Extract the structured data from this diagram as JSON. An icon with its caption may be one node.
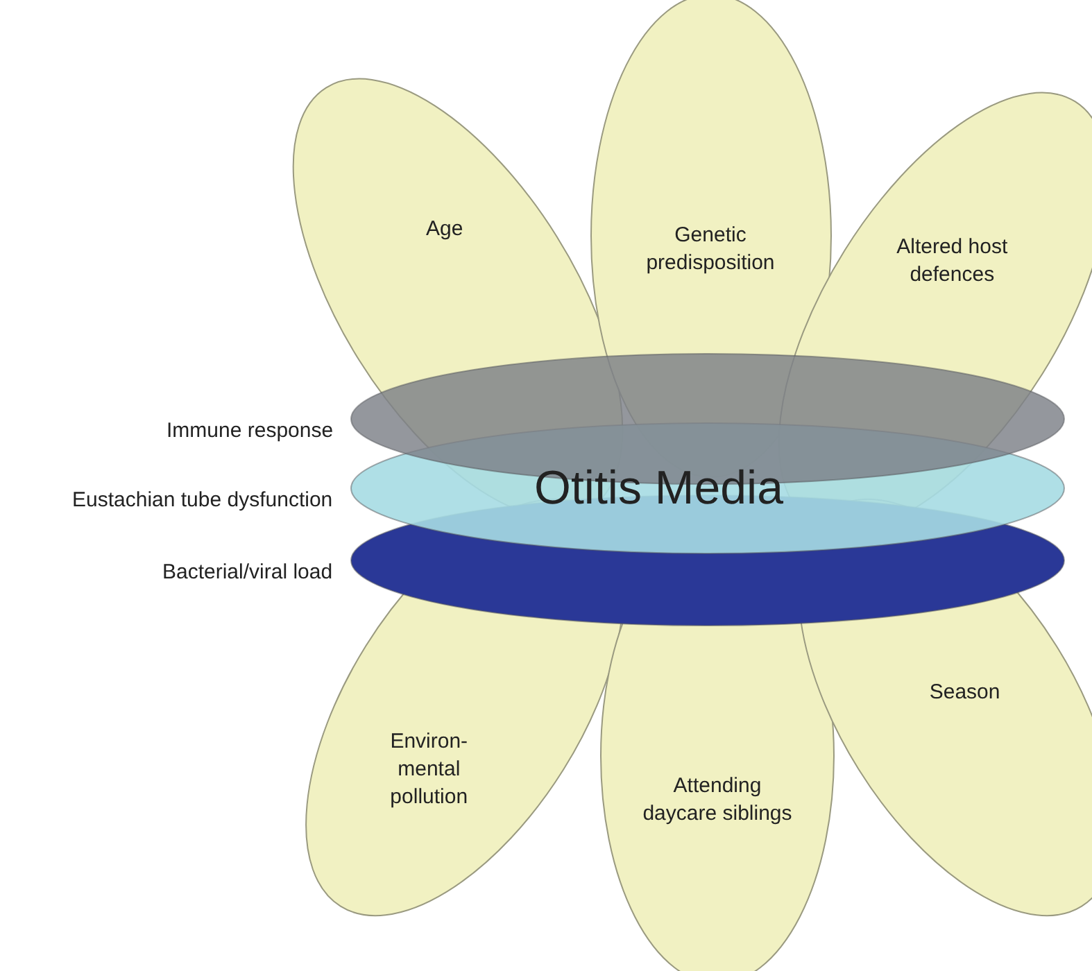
{
  "diagram": {
    "nodes": [
      {
        "text": [
          "Age"
        ]
      },
      {
        "text": [
          "Genetic predisposition"
        ]
      },
      {
        "text": [
          "Altered host defences"
        ]
      },
      {
        "text": [
          "Immune response"
        ]
      },
      {
        "text": [
          "Eustachian tube dysfunction"
        ]
      },
      {
        "text": [
          "Bacterial/viral load"
        ]
      },
      {
        "text": [
          "Environ-mental pollution"
        ]
      },
      {
        "text": [
          "Attending daycare siblings"
        ]
      },
      {
        "text": [
          "Season"
        ]
      }
    ],
    "labels": [
      "Otitis Media"
    ]
  }
}
